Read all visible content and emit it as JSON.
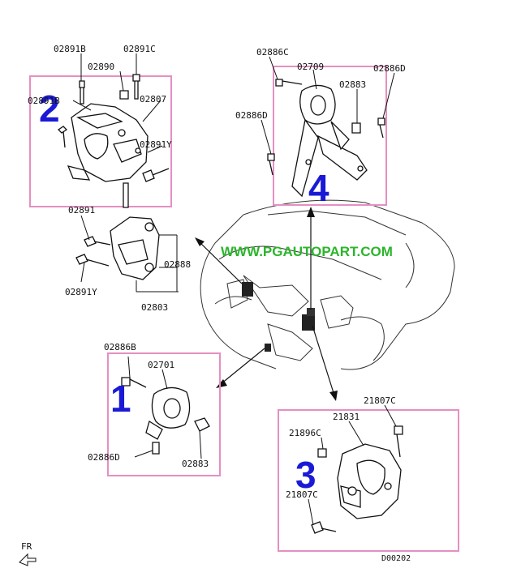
{
  "website": "WWW.PGAUTOPART.COM",
  "diagram_code": "D00202",
  "fr_label": "FR",
  "box_color": "#e58fc2",
  "number_color": "#1a1ad6",
  "website_color": "#2bb52b",
  "groups": {
    "g1": {
      "number": "1",
      "labels": {
        "a": "02886B",
        "b": "02701",
        "c": "02886D",
        "d": "02883"
      }
    },
    "g2": {
      "number": "2",
      "labels": {
        "a": "02891B",
        "b": "02891C",
        "c": "02890",
        "d": "02891B",
        "e": "02807",
        "f": "02891Y"
      }
    },
    "g3": {
      "number": "3",
      "labels": {
        "a": "21807C",
        "b": "21831",
        "c": "21896C",
        "d": "21807C"
      }
    },
    "g4": {
      "number": "4",
      "labels": {
        "a": "02886C",
        "b": "02709",
        "c": "02886D",
        "d": "02883",
        "e": "02886D"
      }
    },
    "g5": {
      "labels": {
        "a": "02891",
        "b": "02888",
        "c": "02891Y",
        "d": "02803"
      }
    }
  }
}
